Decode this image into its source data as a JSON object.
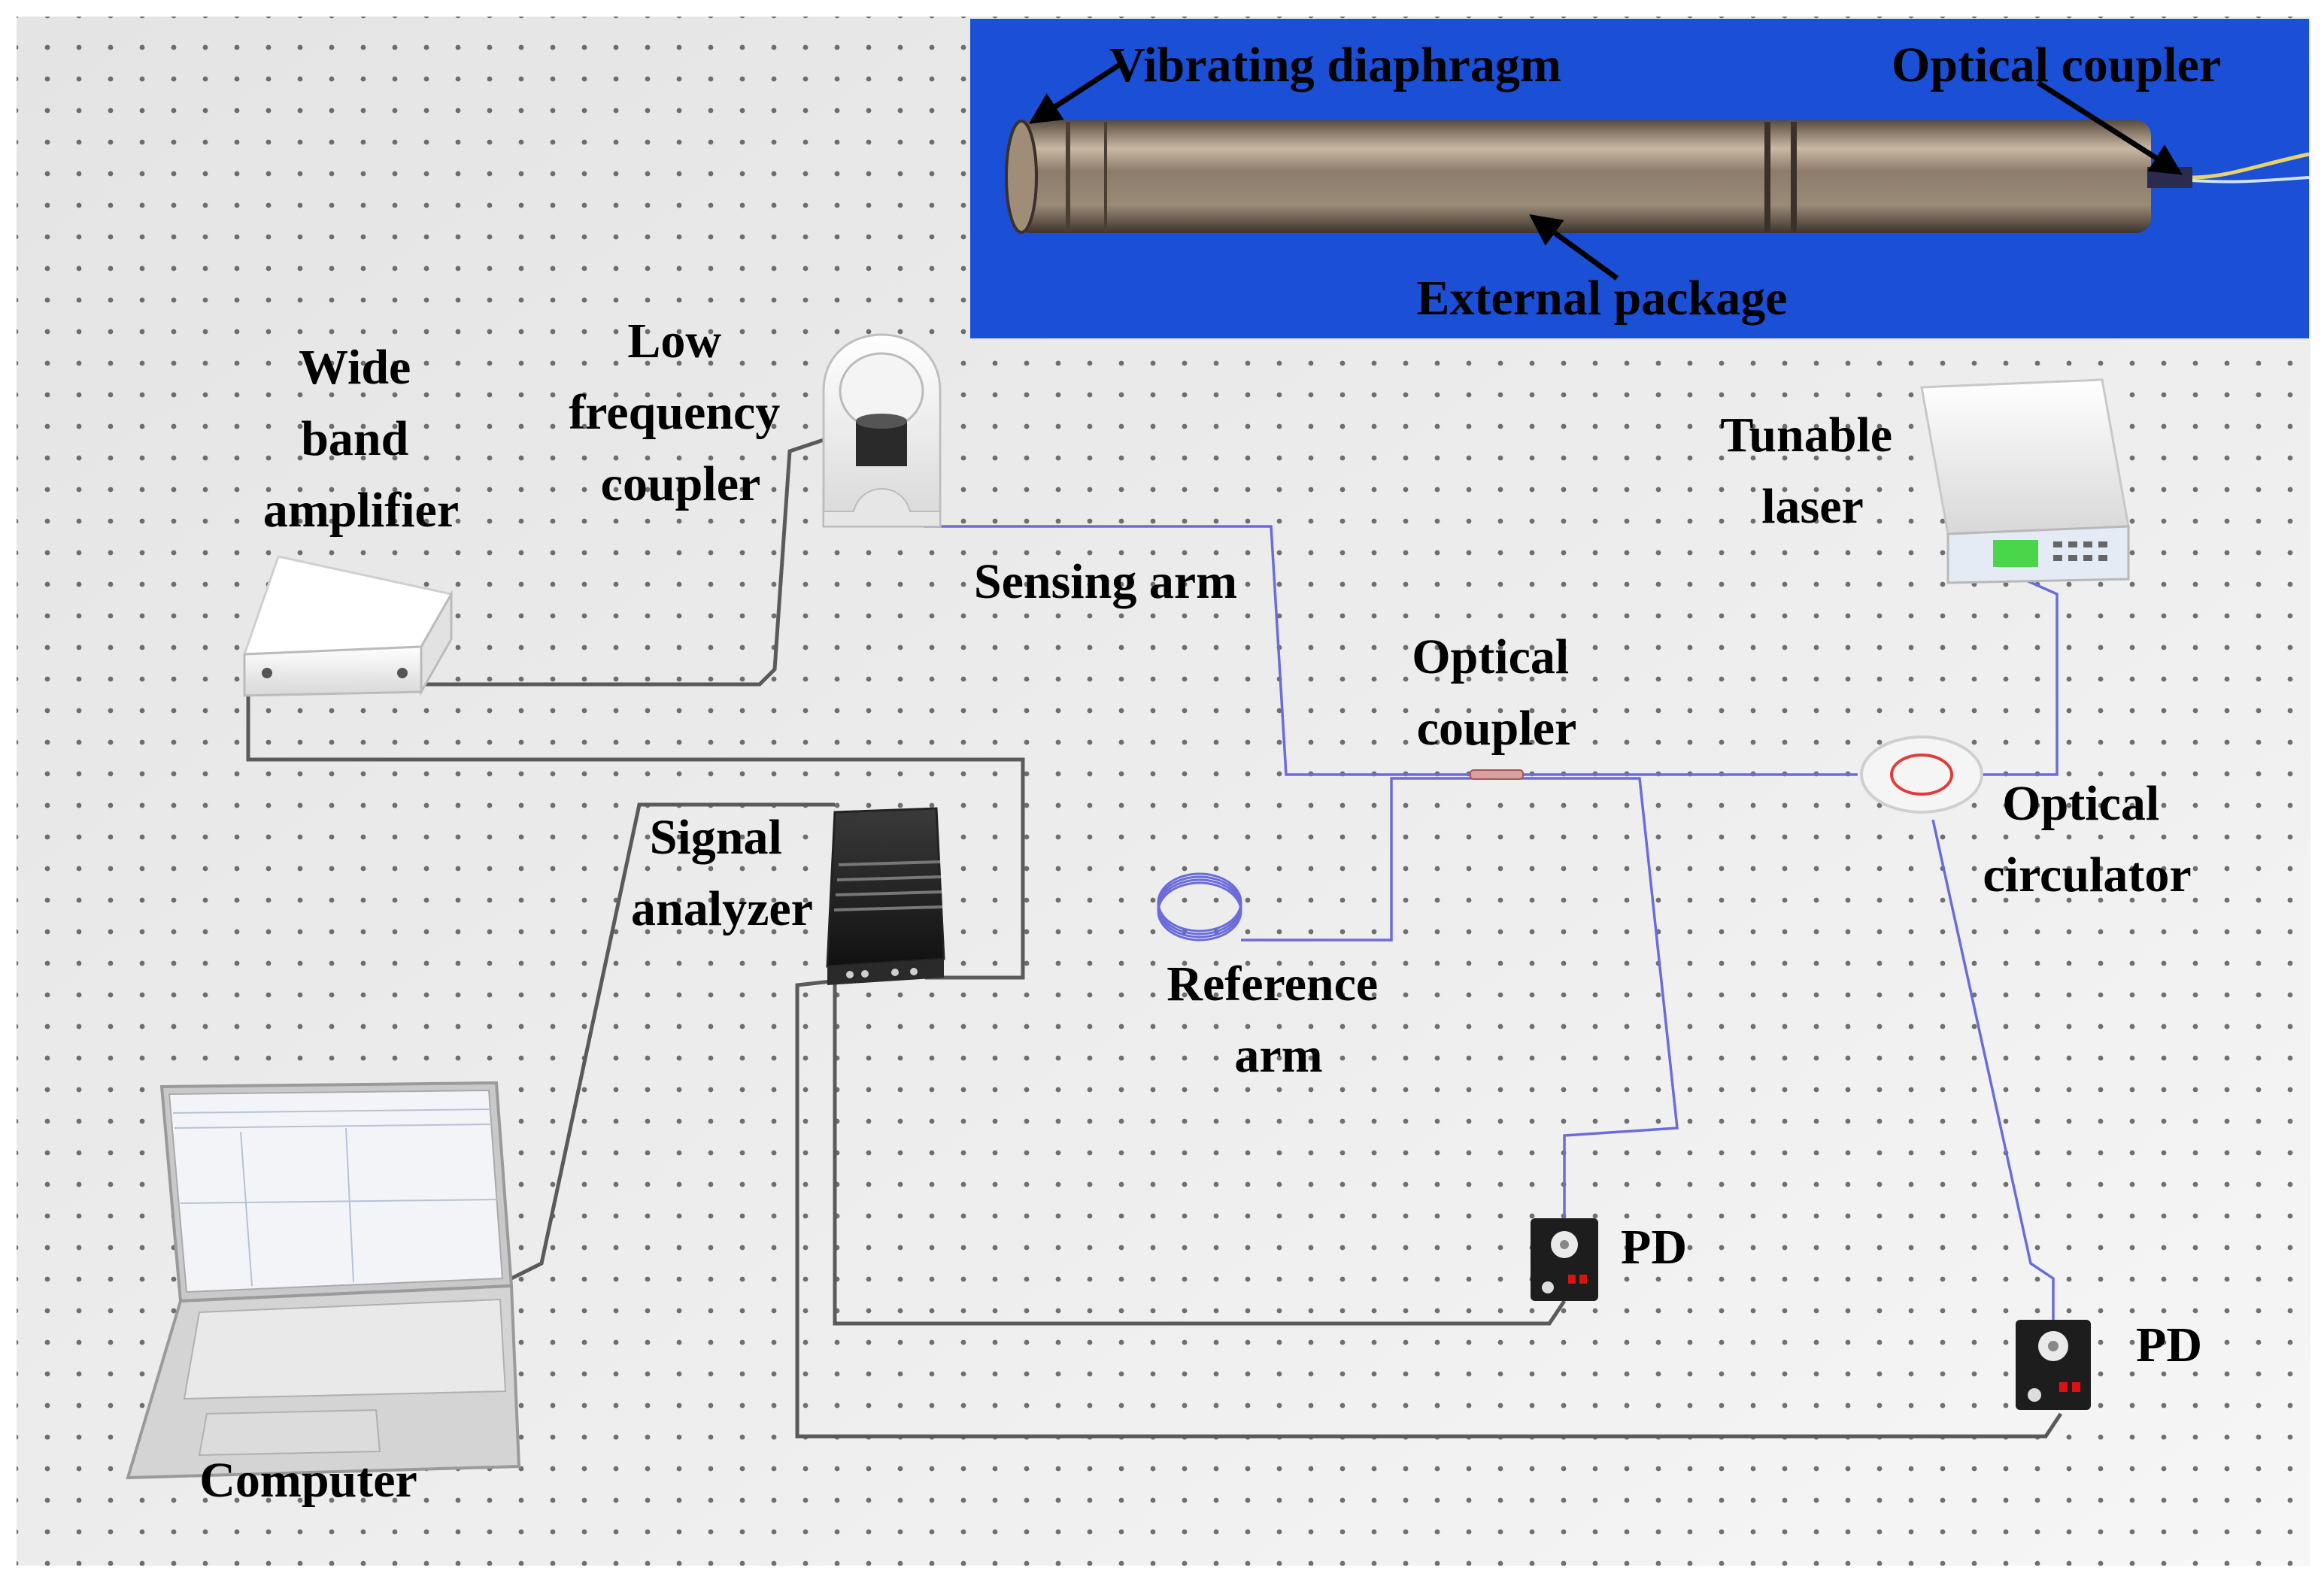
{
  "inset": {
    "labels": {
      "vibrating_diaphragm": "Vibrating diaphragm",
      "optical_coupler": "Optical coupler",
      "external_package": "External package"
    },
    "background_color": "#1a4fd6"
  },
  "components": {
    "wide_band_amplifier": [
      "Wide",
      "band",
      "amplifier"
    ],
    "low_frequency_coupler": [
      "Low",
      "frequency",
      "coupler"
    ],
    "tunable_laser": [
      "Tunable",
      "laser"
    ],
    "sensing_arm": "Sensing arm",
    "optical_coupler": [
      "Optical",
      "coupler"
    ],
    "optical_circulator": [
      "Optical",
      "circulator"
    ],
    "signal_analyzer": [
      "Signal",
      "analyzer"
    ],
    "reference_arm": [
      "Reference",
      "arm"
    ],
    "pd_1": "PD",
    "pd_2": "PD",
    "computer": "Computer"
  },
  "colors": {
    "table_surface": "#e9e9e9",
    "fiber": "#6b6bdc",
    "cable": "#555555",
    "circulator_ring": "#e23b3b",
    "laser_screen": "#49d64a"
  }
}
